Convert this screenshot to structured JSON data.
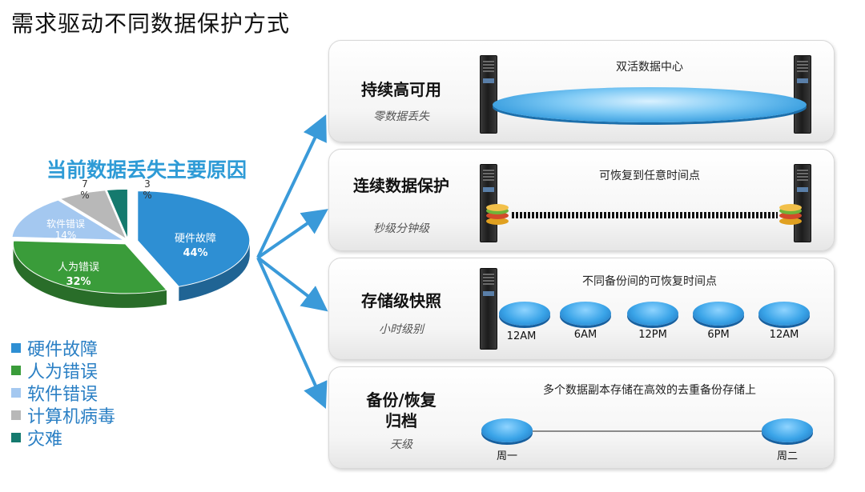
{
  "title": "需求驱动不同数据保护方式",
  "pie": {
    "title": "当前数据丢失主要原因",
    "slices": [
      {
        "label": "硬件故障",
        "pct": "44%",
        "value": 44,
        "color": "#2e8fd3"
      },
      {
        "label": "人为错误",
        "pct": "32%",
        "value": 32,
        "color": "#3a9c3a"
      },
      {
        "label": "软件错误",
        "pct": "14%",
        "value": 14,
        "color": "#a4c8f0"
      },
      {
        "label": "计算机病毒",
        "pct": "7%",
        "value": 7,
        "color": "#b8b8b8"
      },
      {
        "label": "灾难",
        "pct": "3%",
        "value": 3,
        "color": "#157a6e"
      }
    ],
    "small_labels": {
      "virus_num": "7",
      "virus_pct": "%",
      "disaster_num": "3",
      "disaster_pct": "%"
    }
  },
  "panels": [
    {
      "title": "持续高可用",
      "subtitle": "零数据丢失",
      "caption": "双活数据中心"
    },
    {
      "title": "连续数据保护",
      "subtitle": "秒级分钟级",
      "caption": "可恢复到任意时间点"
    },
    {
      "title": "存储级快照",
      "subtitle": "小时级别",
      "caption": "不同备份间的可恢复时间点",
      "times": [
        "12AM",
        "6AM",
        "12PM",
        "6PM",
        "12AM"
      ]
    },
    {
      "title_line1": "备份/恢复",
      "title_line2": "归档",
      "subtitle": "天级",
      "caption": "多个数据副本存储在高效的去重备份存储上",
      "days": [
        "周一",
        "周二"
      ]
    }
  ],
  "colors": {
    "accent": "#2e9bd6",
    "arrow": "#3a9ad9"
  }
}
